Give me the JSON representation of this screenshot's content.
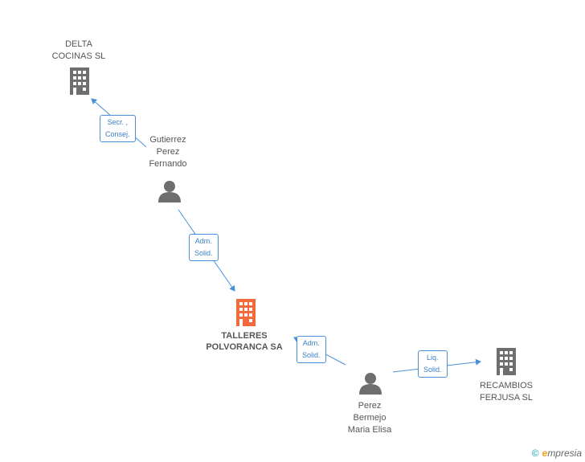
{
  "colors": {
    "main_node": "#f26a3c",
    "company_node": "#6e6e6e",
    "person_node": "#6e6e6e",
    "edge": "#4a90d9"
  },
  "nodes": {
    "delta": {
      "line1": "DELTA",
      "line2": "COCINAS  SL",
      "icon": "building-icon"
    },
    "gutierrez": {
      "line1": "Gutierrez",
      "line2": "Perez",
      "line3": "Fernando",
      "icon": "person-icon"
    },
    "talleres": {
      "line1": "TALLERES",
      "line2": "POLVORANCA SA",
      "icon": "building-icon"
    },
    "perez": {
      "line1": "Perez",
      "line2": "Bermejo",
      "line3": "Maria Elisa",
      "icon": "person-icon"
    },
    "recambios": {
      "line1": "RECAMBIOS",
      "line2": "FERJUSA  SL",
      "icon": "building-icon"
    }
  },
  "edges": {
    "secr": {
      "line1": "Secr. ,",
      "line2": "Consej."
    },
    "adm1": {
      "line1": "Adm.",
      "line2": "Solid."
    },
    "adm2": {
      "line1": "Adm.",
      "line2": "Solid."
    },
    "liq": {
      "line1": "Liq.",
      "line2": "Solid."
    }
  },
  "brand": {
    "copyright": "©",
    "first_letter": "e",
    "rest": "mpresia"
  }
}
